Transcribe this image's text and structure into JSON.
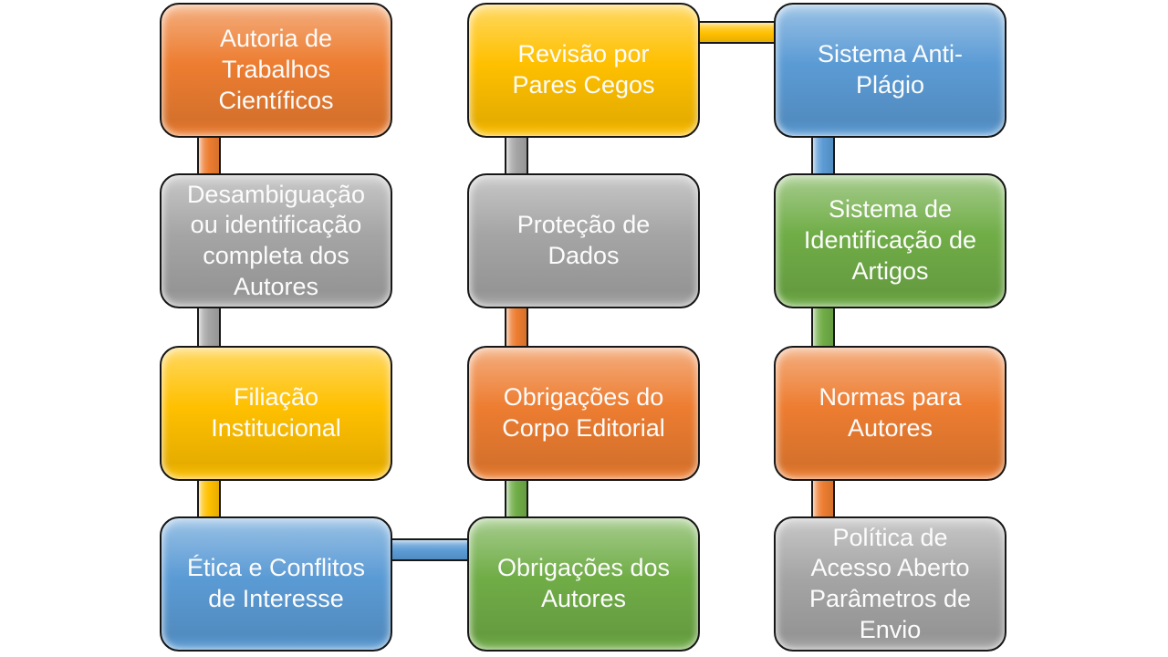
{
  "diagram_title": "",
  "palette": {
    "orange": "#ED7D31",
    "gray": "#A5A5A5",
    "yellow": "#FFC000",
    "blue": "#5B9BD5",
    "green": "#70AD47"
  },
  "text_color": "#FFFFFF",
  "boxes": [
    {
      "id": "autoria",
      "label": "Autoria de\nTrabalhos\nCientíficos",
      "color": "orange",
      "col": 1,
      "row": 1
    },
    {
      "id": "desambiguacao",
      "label": "Desambiguação\nou identificação\ncompleta dos\nAutores",
      "color": "gray",
      "col": 1,
      "row": 2
    },
    {
      "id": "filiacao",
      "label": "Filiação\nInstitucional",
      "color": "yellow",
      "col": 1,
      "row": 3
    },
    {
      "id": "etica",
      "label": "Ética e Conflitos\nde Interesse",
      "color": "blue",
      "col": 1,
      "row": 4
    },
    {
      "id": "revisao",
      "label": "Revisão por\nPares Cegos",
      "color": "yellow",
      "col": 2,
      "row": 1
    },
    {
      "id": "protecao",
      "label": "Proteção de\nDados",
      "color": "gray",
      "col": 2,
      "row": 2
    },
    {
      "id": "obrigacoes-editorial",
      "label": "Obrigações do\nCorpo Editorial",
      "color": "orange",
      "col": 2,
      "row": 3
    },
    {
      "id": "obrigacoes-autores",
      "label": "Obrigações dos\nAutores",
      "color": "green",
      "col": 2,
      "row": 4
    },
    {
      "id": "antiplagio",
      "label": "Sistema Anti-\nPlágio",
      "color": "blue",
      "col": 3,
      "row": 1
    },
    {
      "id": "identificacao",
      "label": "Sistema de\nIdentificação de\nArtigos",
      "color": "green",
      "col": 3,
      "row": 2
    },
    {
      "id": "normas",
      "label": "Normas para\nAutores",
      "color": "orange",
      "col": 3,
      "row": 3
    },
    {
      "id": "politica",
      "label": "Política de\nAcesso Aberto\nParâmetros de\nEnvio",
      "color": "gray",
      "col": 3,
      "row": 4
    }
  ],
  "connectors": [
    {
      "from": "autoria",
      "to": "desambiguacao",
      "color": "orange",
      "orient": "v"
    },
    {
      "from": "desambiguacao",
      "to": "filiacao",
      "color": "gray",
      "orient": "v"
    },
    {
      "from": "filiacao",
      "to": "etica",
      "color": "yellow",
      "orient": "v"
    },
    {
      "from": "etica",
      "to": "obrigacoes-autores",
      "color": "blue",
      "orient": "h"
    },
    {
      "from": "obrigacoes-autores",
      "to": "obrigacoes-editorial",
      "color": "green",
      "orient": "v"
    },
    {
      "from": "obrigacoes-editorial",
      "to": "protecao",
      "color": "orange",
      "orient": "v"
    },
    {
      "from": "protecao",
      "to": "revisao",
      "color": "gray",
      "orient": "v"
    },
    {
      "from": "revisao",
      "to": "antiplagio",
      "color": "yellow",
      "orient": "h"
    },
    {
      "from": "antiplagio",
      "to": "identificacao",
      "color": "blue",
      "orient": "v"
    },
    {
      "from": "identificacao",
      "to": "normas",
      "color": "green",
      "orient": "v"
    },
    {
      "from": "normas",
      "to": "politica",
      "color": "orange",
      "orient": "v"
    }
  ]
}
